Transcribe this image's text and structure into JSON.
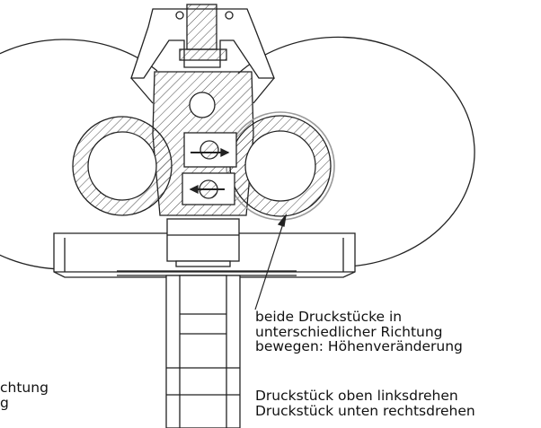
{
  "annotations": {
    "block1": [
      "beide Druckstücke in",
      "unterschiedlicher Richtung",
      "bewegen:  Höhenveränderung"
    ],
    "block2": [
      "Druckstück oben linksdrehen",
      "Druckstück unten rechtsdrehen"
    ],
    "left_fragment": [
      "chtung",
      "g"
    ]
  }
}
